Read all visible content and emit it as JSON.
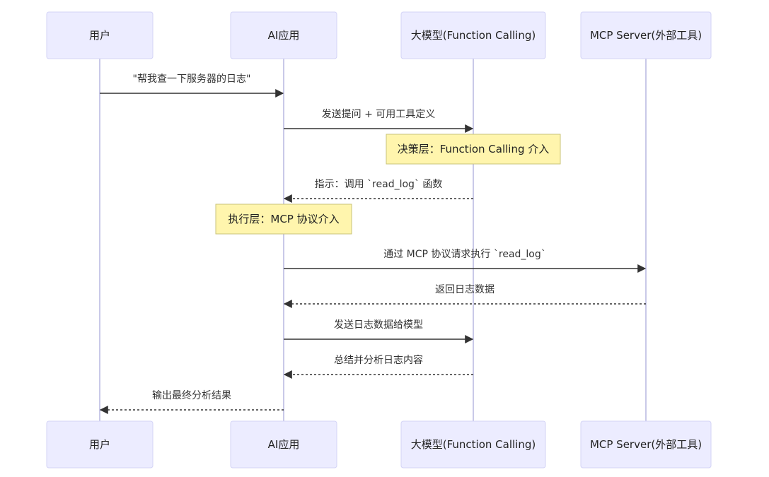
{
  "participants": [
    {
      "id": "user",
      "label": "用户"
    },
    {
      "id": "app",
      "label": "AI应用"
    },
    {
      "id": "llm",
      "label": "大模型(Function Calling)"
    },
    {
      "id": "mcp",
      "label": "MCP Server(外部工具)"
    }
  ],
  "sequence": [
    {
      "kind": "message",
      "from": "user",
      "to": "app",
      "label": "\"帮我查一下服务器的日志\"",
      "style": "solid"
    },
    {
      "kind": "message",
      "from": "app",
      "to": "llm",
      "label": "发送提问 + 可用工具定义",
      "style": "solid"
    },
    {
      "kind": "note",
      "over": "llm",
      "label": "决策层：Function Calling 介入"
    },
    {
      "kind": "message",
      "from": "llm",
      "to": "app",
      "label": "指示：调用 `read_log` 函数",
      "style": "dashed"
    },
    {
      "kind": "note",
      "over": "app",
      "label": "执行层：MCP 协议介入"
    },
    {
      "kind": "message",
      "from": "app",
      "to": "mcp",
      "label": "通过 MCP 协议请求执行 `read_log`",
      "style": "solid"
    },
    {
      "kind": "message",
      "from": "mcp",
      "to": "app",
      "label": "返回日志数据",
      "style": "dashed"
    },
    {
      "kind": "message",
      "from": "app",
      "to": "llm",
      "label": "发送日志数据给模型",
      "style": "solid"
    },
    {
      "kind": "message",
      "from": "llm",
      "to": "app",
      "label": "总结并分析日志内容",
      "style": "dashed"
    },
    {
      "kind": "message",
      "from": "app",
      "to": "user",
      "label": "输出最终分析结果",
      "style": "dashed"
    }
  ],
  "colors": {
    "participant_fill": "#ECECFF",
    "participant_border": "#D3D3F6",
    "lifeline": "#C9C9E8",
    "note_fill": "#FFF5AD",
    "note_border": "#C9C37A",
    "arrow": "#333333"
  }
}
